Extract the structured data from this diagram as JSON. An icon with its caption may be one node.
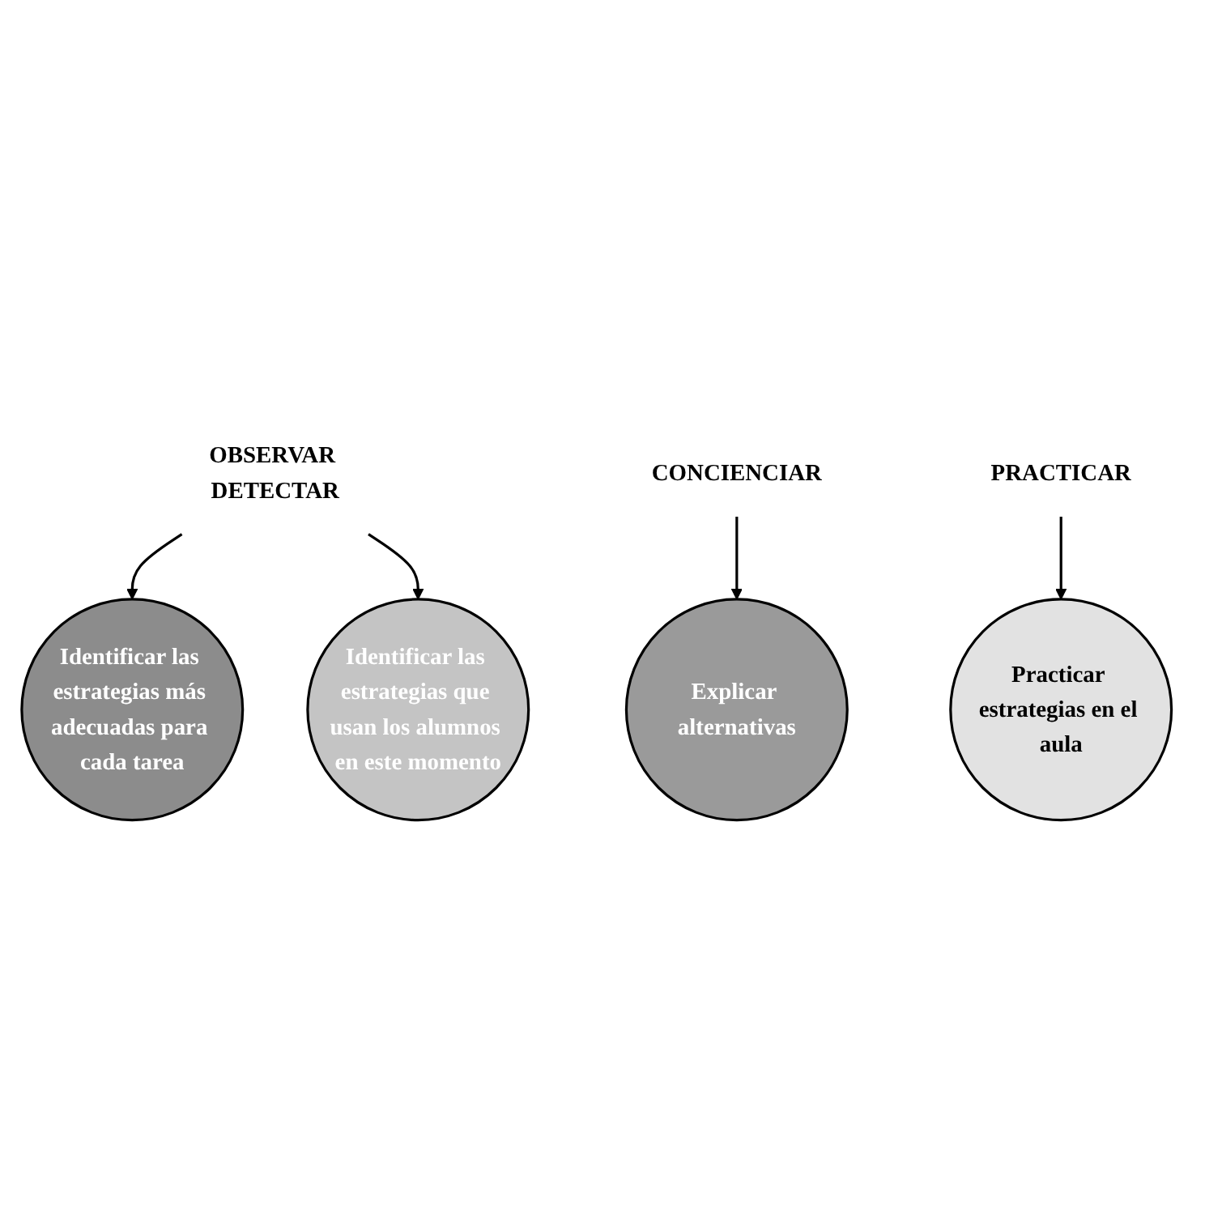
{
  "diagram": {
    "nodes": [
      {
        "text": [
          "Identificar las estrategias más adecuadas para cada tarea"
        ]
      },
      {
        "text": [
          "Identificar las estrategias que usan los alumnos en este momento"
        ]
      },
      {
        "text": [
          "Explicar alternativas"
        ]
      },
      {
        "text": [
          "Practicar estrategias en el aula"
        ]
      },
      {
        "text": [
          "OBSERVAR DETECTAR"
        ]
      },
      {
        "text": [
          "CONCIENCIAR"
        ]
      },
      {
        "text": [
          "PRACTICAR"
        ]
      }
    ],
    "edges": [
      {
        "from": 4,
        "to": 0,
        "arrow": "to"
      },
      {
        "from": 4,
        "to": 1,
        "arrow": "to"
      },
      {
        "from": 5,
        "to": 2,
        "arrow": "to"
      },
      {
        "from": 6,
        "to": 3,
        "arrow": "to"
      }
    ]
  }
}
